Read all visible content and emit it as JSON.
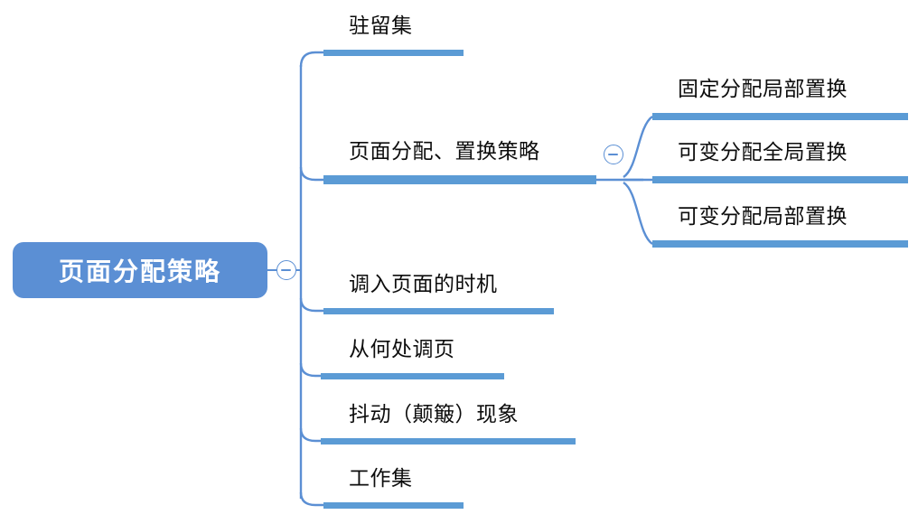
{
  "diagram": {
    "type": "mindmap",
    "title": "页面分配策略",
    "colors": {
      "root_fill": "#5B8FD4",
      "root_text": "#ffffff",
      "branch_bar": "#5B9BD5",
      "connector": "#5B8FD4",
      "background": "#ffffff",
      "label_text": "#0d0d0d"
    },
    "root": {
      "label": "页面分配策略",
      "toggle": "collapse-minus-icon"
    },
    "branches": [
      {
        "id": "b1",
        "label": "驻留集",
        "toggle": null
      },
      {
        "id": "b2",
        "label": "页面分配、置换策略",
        "toggle": "collapse-minus-icon",
        "children": [
          {
            "id": "b2c1",
            "label": "固定分配局部置换"
          },
          {
            "id": "b2c2",
            "label": "可变分配全局置换"
          },
          {
            "id": "b2c3",
            "label": "可变分配局部置换"
          }
        ]
      },
      {
        "id": "b3",
        "label": "调入页面的时机",
        "toggle": null
      },
      {
        "id": "b4",
        "label": "从何处调页",
        "toggle": null
      },
      {
        "id": "b5",
        "label": "抖动（颠簸）现象",
        "toggle": null
      },
      {
        "id": "b6",
        "label": "工作集",
        "toggle": null
      }
    ]
  }
}
